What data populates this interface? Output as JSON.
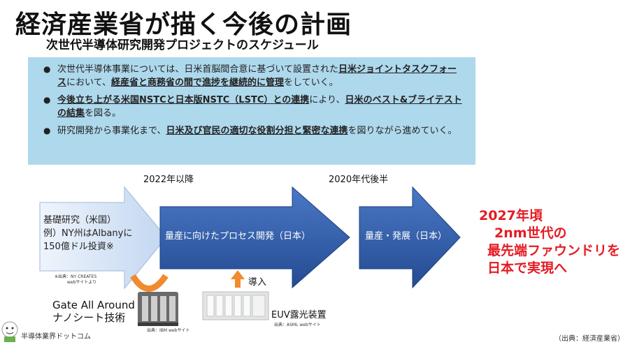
{
  "title": "経済産業省が描く今後の計画",
  "subtitle": "次世代半導体研究開発プロジェクトのスケジュール",
  "bullets": [
    {
      "marker": "●",
      "t1": "次世代半導体事業については、日米首脳間合意に基づいて設置された",
      "u1": "日米ジョイントタスクフォース",
      "t2": "において、",
      "u2": "経産省と商務省の間で進捗を継続的に管理",
      "t3": "をしていく。"
    },
    {
      "marker": "●",
      "u1": "今後立ち上がる米国NSTCと日本版NSTC（LSTC）との連携",
      "t1": "により、",
      "u2": "日米のベスト&ブライテストの結集",
      "t2": "を図る。"
    },
    {
      "marker": "●",
      "t1": "研究開発から事業化まで、",
      "u1": "日米及び官民の適切な役割分担と緊密な連携",
      "t2": "を図りながら進めていく。"
    }
  ],
  "timeline": {
    "label_2022": "2022年以降",
    "label_2020s": "2020年代後半"
  },
  "arrows": {
    "basic_research_line1": "基礎研究（米国）",
    "basic_research_line2": "例）NY州はAlbanyに",
    "basic_research_line3": "150億ドル投資※",
    "process_dev": "量産に向けたプロセス開発（日本）",
    "mass_prod": "量産・発展（日本）"
  },
  "notes": {
    "ny_source_line1": "※出典：NY CREATES",
    "ny_source_line2": "webサイトより",
    "ibm_source": "出典：IBM webサイト",
    "asml_source": "出典：ASML webサイト"
  },
  "goal": {
    "line1": "2027年頃",
    "line2": "2nm世代の",
    "line3": "最先端ファウンドリを",
    "line4": "日本で実現へ"
  },
  "gaa": {
    "line1": "Gate All Around",
    "line2": "ナノシート技術"
  },
  "euv_label": "EUV露光装置",
  "intro_label": "導入",
  "credit": "半導体業界ドットコム",
  "source": "（出典：経済産業省）",
  "colors": {
    "box_bg": "#aed8ec",
    "arrow_dark": "#2e5aa5",
    "arrow_light": "#cfe0f5",
    "goal_red": "#e51b23",
    "intro_arrow": "#f28a2e"
  }
}
